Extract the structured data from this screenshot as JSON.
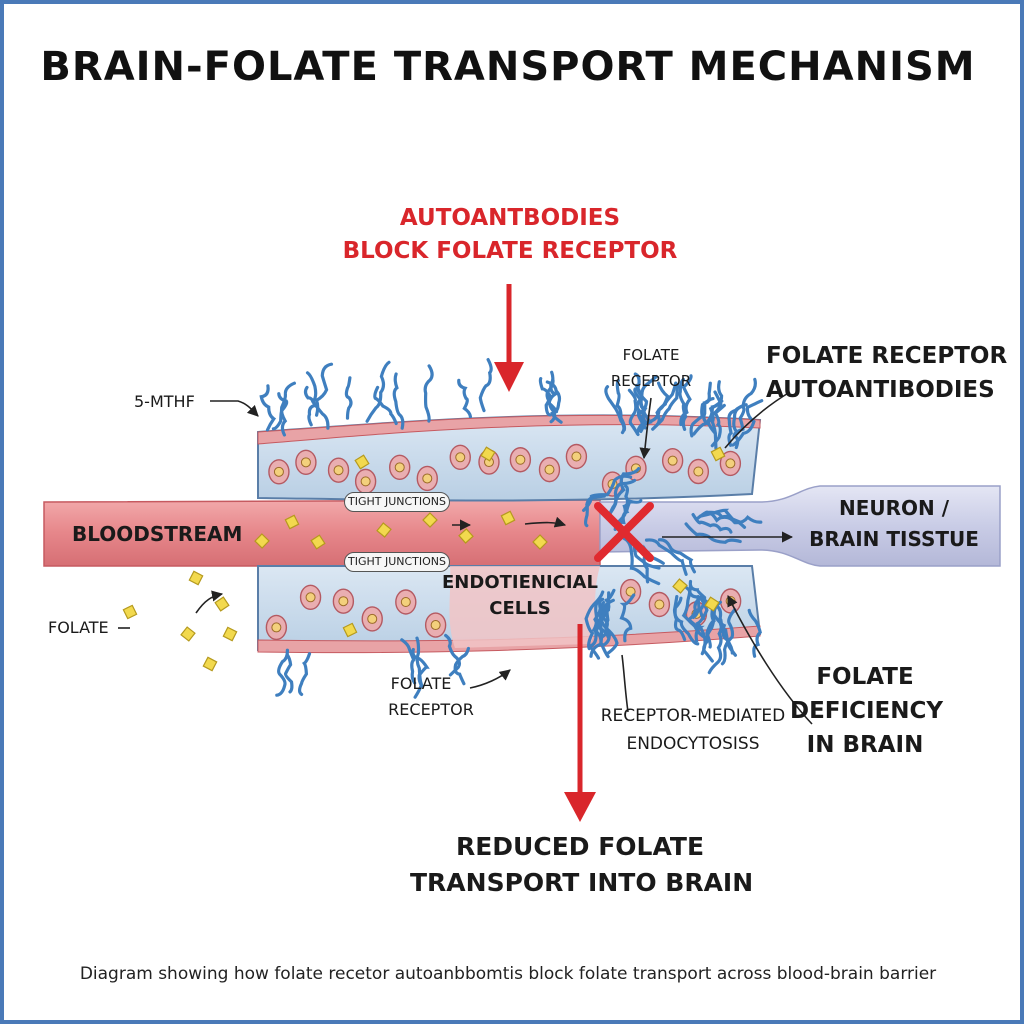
{
  "title": "BRAIN-FOLATE TRANSPORT MECHANISM",
  "labels": {
    "autoantibodies_block_line1": "AUTOANTBODIES",
    "autoantibodies_block_line2": "BLOCK FOLATE RECEPTOR",
    "mthf": "5-MTHF",
    "folate_receptor_top_line1": "FOLATE",
    "folate_receptor_top_line2": "RECEPTOR",
    "fra_line1": "FOLATE RECEPTOR",
    "fra_line2": "AUTOANTIBODIES",
    "tight_junctions_top": "TIGHT JUNCTIONS",
    "tight_junctions_bottom": "TIGHT JUNCTIONS",
    "bloodstream": "BLOODSTREAM",
    "neuron_line1": "NEURON /",
    "neuron_line2": "BRAIN TISSTUE",
    "endothelial_line1": "ENDOTIENICIAL",
    "endothelial_line2": "CELLS",
    "folate": "FOLATE",
    "folate_receptor_bottom_line1": "FOLATE",
    "folate_receptor_bottom_line2": "RECEPTOR",
    "rme_line1": "RECEPTOR-MEDIATED",
    "rme_line2": "ENDOCYTOSISS",
    "deficiency_line1": "FOLATE",
    "deficiency_line2": "DEFICIENCY",
    "deficiency_line3": "IN BRAIN",
    "reduced_line1": "REDUCED FOLATE",
    "reduced_line2": "TRANSPORT INTO BRAIN"
  },
  "caption": "Diagram showing how folate recetor autoanbbomtis block folate transport across blood-brain barrier",
  "colors": {
    "frame": "#4a7ab8",
    "accent_red": "#d9262b",
    "blood": "#e6868a",
    "brain_tissue": "#c9cce6",
    "endothelium": "#c6d8ea",
    "antibody": "#3f7fbf",
    "folate": "#f2d94e"
  }
}
